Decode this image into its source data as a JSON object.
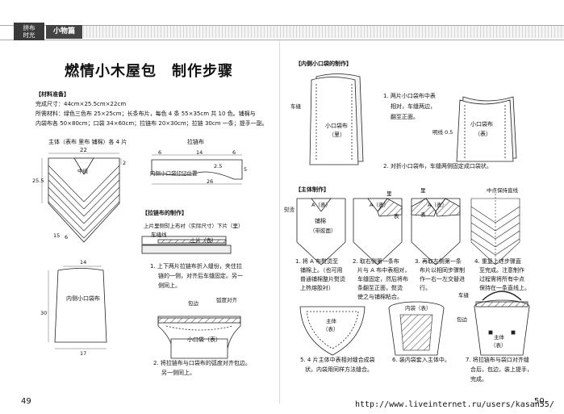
{
  "header": {
    "tag_line1": "拼布",
    "tag_line2": "时光",
    "tag_section": "小物篇"
  },
  "title": "燃情小木屋包　制作步骤",
  "materials": {
    "heading": "【材料准备】",
    "line1": "完成尺寸：44cm×25.5cm×22cm",
    "line2": "所需材料：绿色三色布 25×25cm；长条布片，每色 4 条 55×35cm 共 10 色。铺棉与",
    "line3": "内袋布各 50×80cm；口袋 34×60cm；拉链布 20×30cm；拉链 30cm 一条；提手一副。"
  },
  "fig_main": {
    "caption": "主体（表布 里布 铺棉）各 4 片",
    "dim_top": "22",
    "label_center": "中线",
    "dim_right_top": "2",
    "dim_left_side": "25.5",
    "dim_bottom_a": "15",
    "dim_bottom_b": "6"
  },
  "fig_zipper": {
    "caption": "拉链布",
    "dim_a": "6",
    "dim_b": "14",
    "dim_c": "6",
    "dim_d": "2.5",
    "dim_e": "5",
    "dim_f": "26",
    "label_mark": "内侧小口袋印记位置"
  },
  "fig_pocket_inner": {
    "label": "内侧小口袋布",
    "dim_top": "14",
    "dim_side": "30",
    "dim_bottom": "17"
  },
  "zipper_section": {
    "heading": "【拉链布的制作】",
    "label_top": "上片里侧熨上布衬（实际尺寸）下片（里）",
    "label_sew": "车缝线",
    "label_upper": "上片（表）",
    "step1_line1": "1. 上下两片拉链布折入缝份，夹住拉",
    "step1_line2": "链的一侧，对齐后车缝固定。另一",
    "step1_line3": "侧同上。",
    "label_bind": "包边",
    "label_arc": "弧度对齐",
    "label_pocket": "小口袋（表）",
    "step2_line1": "2. 将拉链布与口袋布的弧度对齐包边。",
    "step2_line2": "另一侧同上。"
  },
  "inner_pocket_section": {
    "heading": "【内侧小口袋的制作】",
    "label_sew": "车缝",
    "label_pocket_in_1": "小口袋布",
    "label_pocket_in_2": "（里）",
    "step1_line1": "1. 两片小口袋布中表",
    "step1_line2": "相对，车缝两边，",
    "step1_line3": "翻至正面。",
    "label_stitch": "明线 0.5",
    "label_pocket_out_1": "小口袋布",
    "label_pocket_out_2": "（表）",
    "step2": "2. 对折小口袋布，车缝两侧固定成口袋状。"
  },
  "body_section": {
    "heading": "【主体制作】",
    "label_a_face": "A（表）",
    "label_iron": "熨烫",
    "label_batting_1": "铺棉",
    "label_batting_2": "（带胶面）",
    "label_li_1": "里",
    "label_a_face_2": "A（表）",
    "label_biao_1": "表",
    "label_li_2": "里",
    "label_a_face_3": "A（表）",
    "label_biao_2": "表",
    "label_center_line": "中点保持直线",
    "step1_line1": "1. 将 A 布熨烫至",
    "step1_line2": "铺棉上。（也可用",
    "step1_line3": "普通铺棉整片熨烫",
    "step1_line4": "上热熔胶衬）",
    "step2_line1": "2. 取右侧第一条布",
    "step2_line2": "片与 A 布中表相对，",
    "step2_line3": "车缝固定，然后将布",
    "step2_line4": "条翻至正面，熨烫",
    "step2_line5": "使之与铺棉粘合。",
    "step3_line1": "3. 再取左侧第一条",
    "step3_line2": "布片以相同步骤制",
    "step3_line3": "作一右一左交替进",
    "step3_line4": "行。",
    "step4_line1": "4. 重复上述步骤直",
    "step4_line2": "至完成。注意制作",
    "step4_line3": "过程需将所有中点",
    "step4_line4": "保持在一条直线上。",
    "label_body_face": "主体",
    "label_body_face_2": "（表）",
    "label_inner_bag": "内袋（表）",
    "label_car": "车缝",
    "label_bind": "包边",
    "label_body_3": "主体",
    "label_body_3b": "（表）",
    "step5_line1": "5. 4 片主体中表相对缝合成袋",
    "step5_line2": "状。内袋用同样方法缝合。",
    "step6": "6. 装内袋套入主体中。",
    "step7_line1": "7. 将拉链布与袋口对齐缝",
    "step7_line2": "合后，包边，装上提手，",
    "step7_line3": "完成。"
  },
  "footer": {
    "page_left": "49",
    "page_right": "50",
    "url": "http://www.liveinternet.ru/users/kasan55/"
  }
}
